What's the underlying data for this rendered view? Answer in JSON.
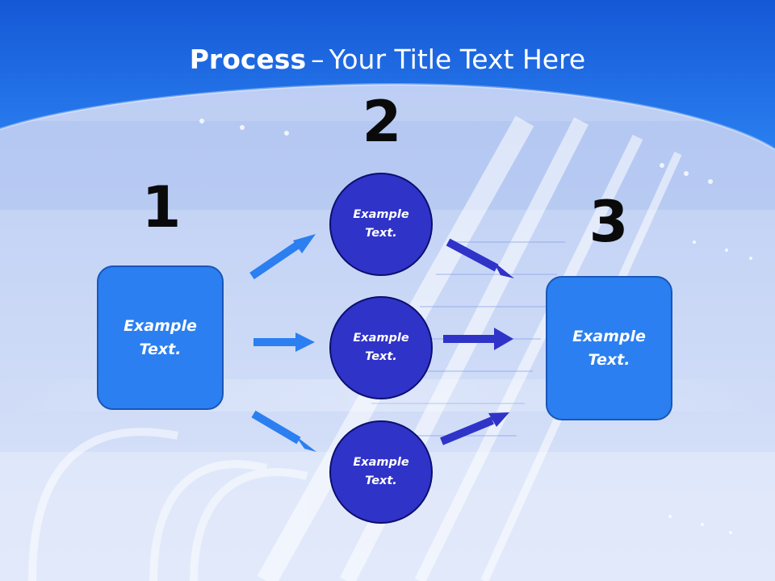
{
  "slide": {
    "title_bold": "Process",
    "title_separator": "–",
    "title_rest": "Your Title Text Here"
  },
  "steps": [
    {
      "number": "1",
      "box_text": "Example\nText."
    },
    {
      "number": "2",
      "circles": [
        {
          "text": "Example\nText."
        },
        {
          "text": "Example\nText."
        },
        {
          "text": "Example\nText."
        }
      ]
    },
    {
      "number": "3",
      "box_text": "Example\nText."
    }
  ],
  "colors": {
    "header_blue": "#1a6ae0",
    "box_blue": "#2b7ff0",
    "circle_blue": "#2f33c8",
    "left_arrow_blue": "#2b7ff0",
    "right_arrow_blue": "#2f33c8",
    "number_color": "#0a0a0a"
  }
}
